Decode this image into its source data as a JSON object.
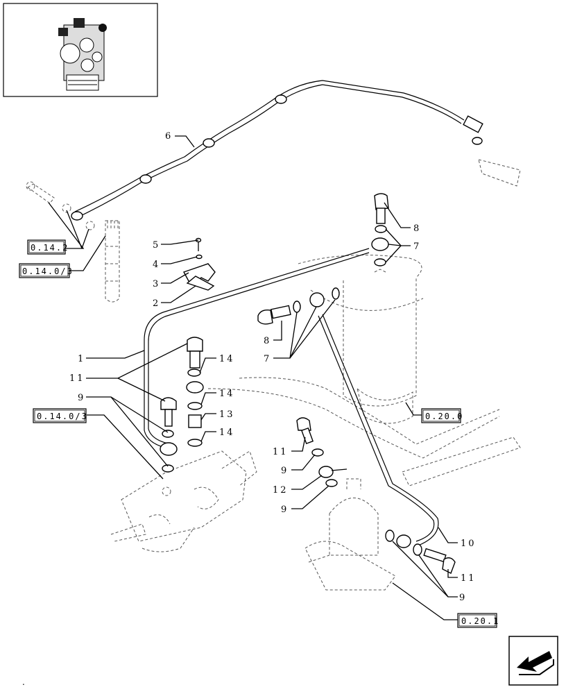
{
  "labels": {
    "l1": "1",
    "l2": "2",
    "l3": "3",
    "l4": "4",
    "l5": "5",
    "l6": "6",
    "l7a": "7",
    "l7b": "7",
    "l8a": "8",
    "l8b": "8",
    "l9a": "9",
    "l9b": "9",
    "l9c": "9",
    "l9d": "9",
    "l10": "10",
    "l11a": "11",
    "l11b": "11",
    "l11c": "11",
    "l12": "12",
    "l13": "13",
    "l14a": "14",
    "l14b": "14",
    "l14c": "14"
  },
  "references": {
    "r0142": "0.14.2",
    "r01403_top": "0.14.0/3",
    "r01403_left": "0.14.0/3",
    "r0200": "0.20.0",
    "r0201": "0.20.1"
  },
  "footnote": "."
}
